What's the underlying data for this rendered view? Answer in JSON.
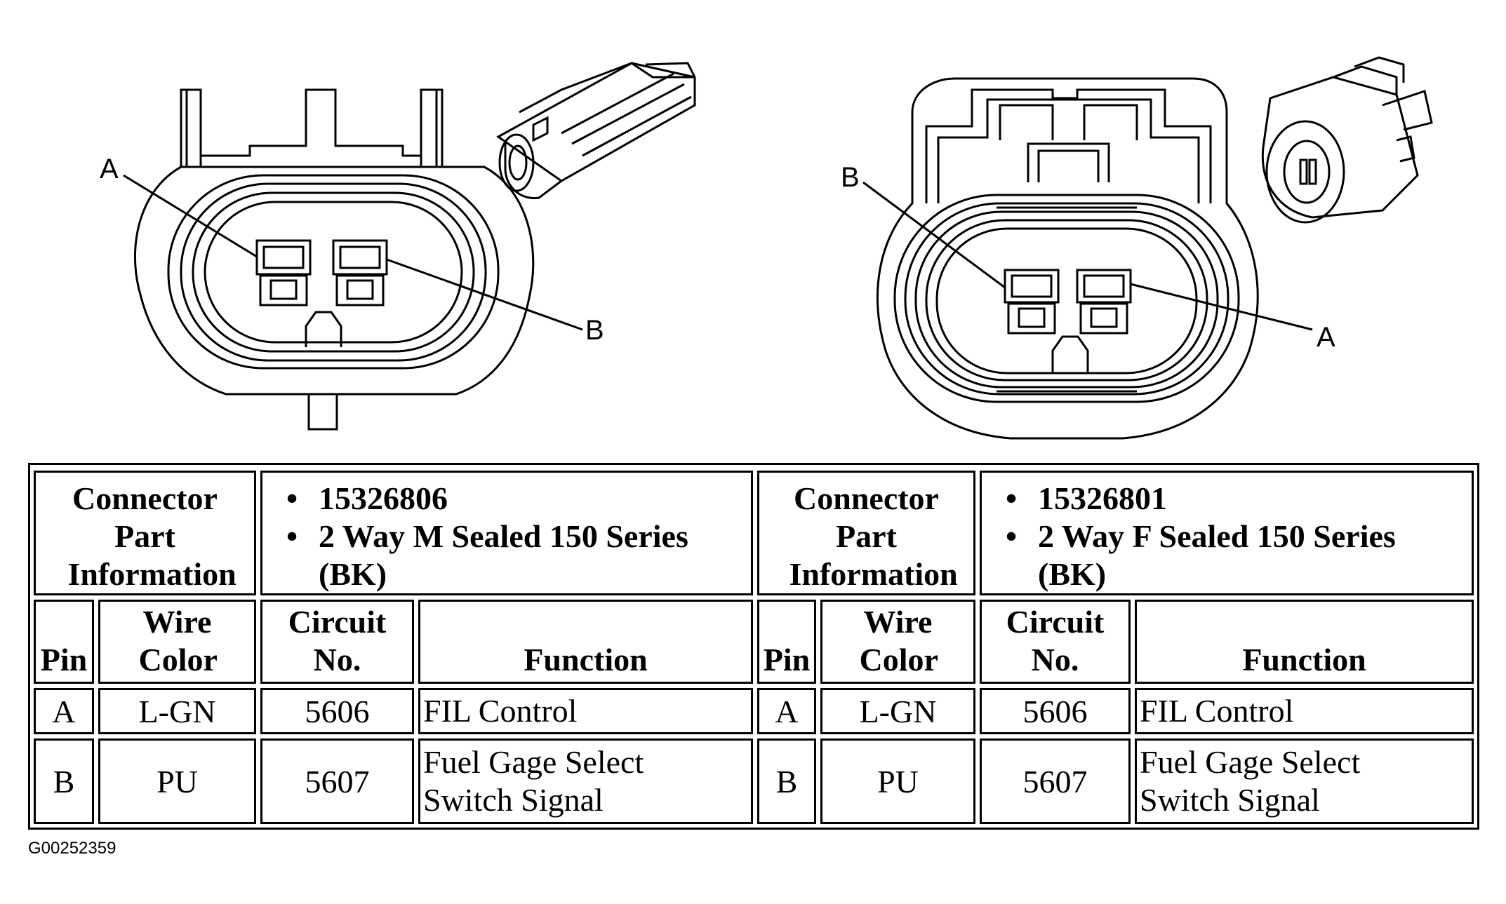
{
  "left_connector": {
    "pin_label_a": "A",
    "pin_label_b": "B",
    "header_label": "Connector Part Information",
    "part_number": "15326806",
    "description": "2 Way M Sealed 150 Series (BK)",
    "columns": [
      "Pin",
      "Wire Color",
      "Circuit No.",
      "Function"
    ],
    "rows": [
      {
        "pin": "A",
        "wire_color": "L-GN",
        "circuit": "5606",
        "function": "FIL Control"
      },
      {
        "pin": "B",
        "wire_color": "PU",
        "circuit": "5607",
        "function": "Fuel Gage Select Switch Signal"
      }
    ]
  },
  "right_connector": {
    "pin_label_a": "A",
    "pin_label_b": "B",
    "header_label": "Connector Part Information",
    "part_number": "15326801",
    "description": "2 Way F Sealed 150 Series (BK)",
    "columns": [
      "Pin",
      "Wire Color",
      "Circuit No.",
      "Function"
    ],
    "rows": [
      {
        "pin": "A",
        "wire_color": "L-GN",
        "circuit": "5606",
        "function": "FIL Control"
      },
      {
        "pin": "B",
        "wire_color": "PU",
        "circuit": "5607",
        "function": "Fuel Gage Select Switch Signal"
      }
    ]
  },
  "figure_id": "G00252359"
}
